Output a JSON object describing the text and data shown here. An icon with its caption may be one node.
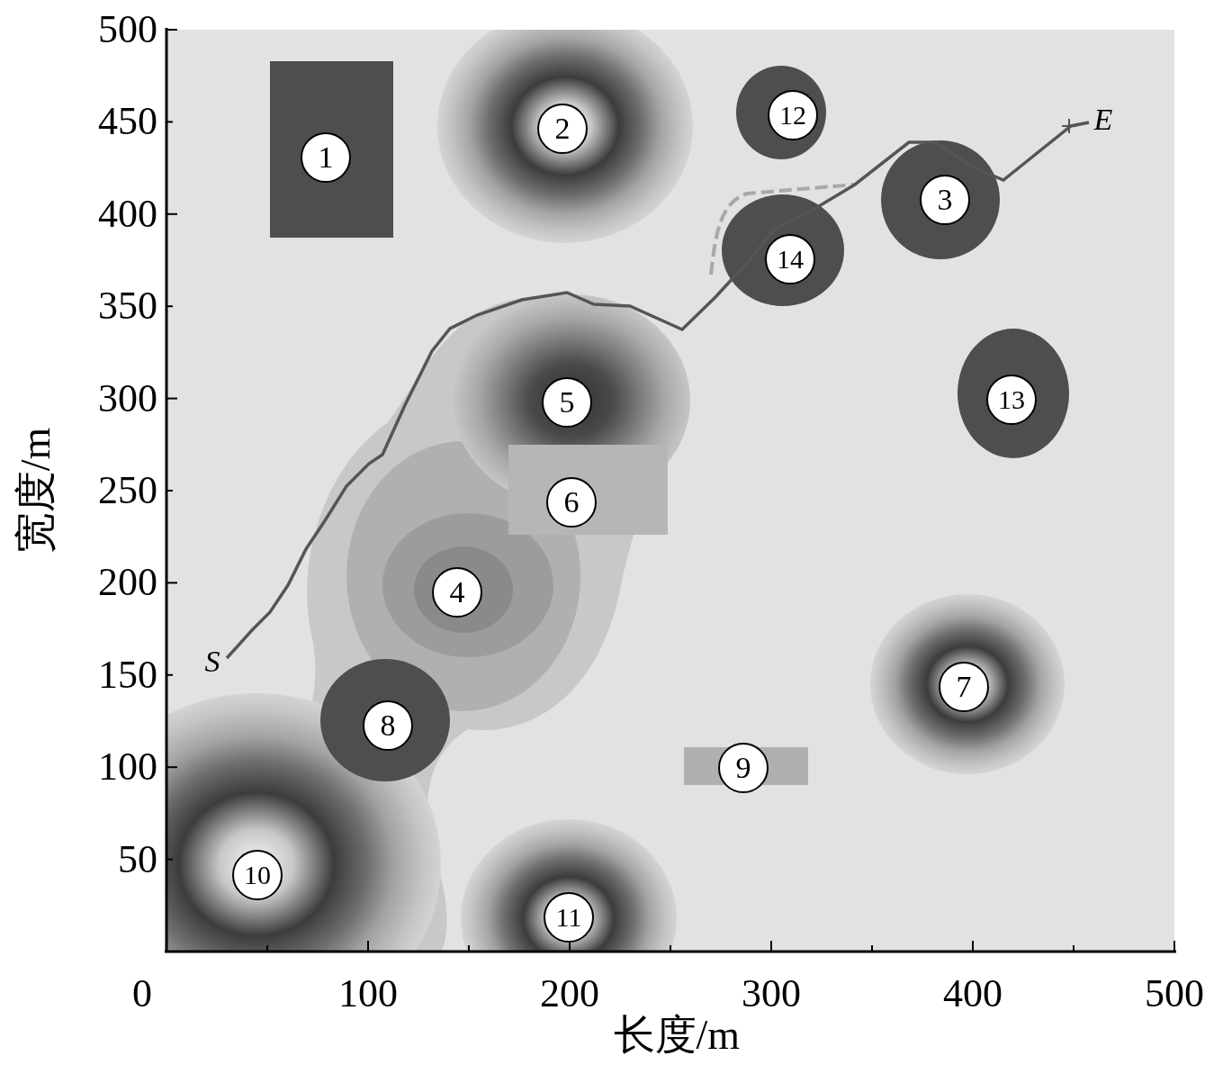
{
  "diagram": {
    "nodes": [
      {
        "text": [
          "1"
        ]
      },
      {
        "text": [
          "2"
        ]
      },
      {
        "text": [
          "3"
        ]
      },
      {
        "text": [
          "4"
        ]
      },
      {
        "text": [
          "5"
        ]
      },
      {
        "text": [
          "6"
        ]
      },
      {
        "text": [
          "7"
        ]
      },
      {
        "text": [
          "8"
        ]
      },
      {
        "text": [
          "9"
        ]
      },
      {
        "text": [
          "10"
        ]
      },
      {
        "text": [
          "11"
        ]
      },
      {
        "text": [
          "12"
        ]
      },
      {
        "text": [
          "13"
        ]
      },
      {
        "text": [
          "14"
        ]
      },
      {
        "text": [
          "S"
        ]
      },
      {
        "text": [
          "E"
        ]
      }
    ],
    "edges": [
      {
        "from": 14,
        "to": 15,
        "arrow": "none"
      }
    ],
    "labels": [
      "500",
      "450",
      "400",
      "350",
      "300",
      "250",
      "200",
      "150",
      "100",
      "50",
      "0",
      "100",
      "200",
      "300",
      "400",
      "500",
      "长度/m",
      "宽度/m"
    ]
  }
}
